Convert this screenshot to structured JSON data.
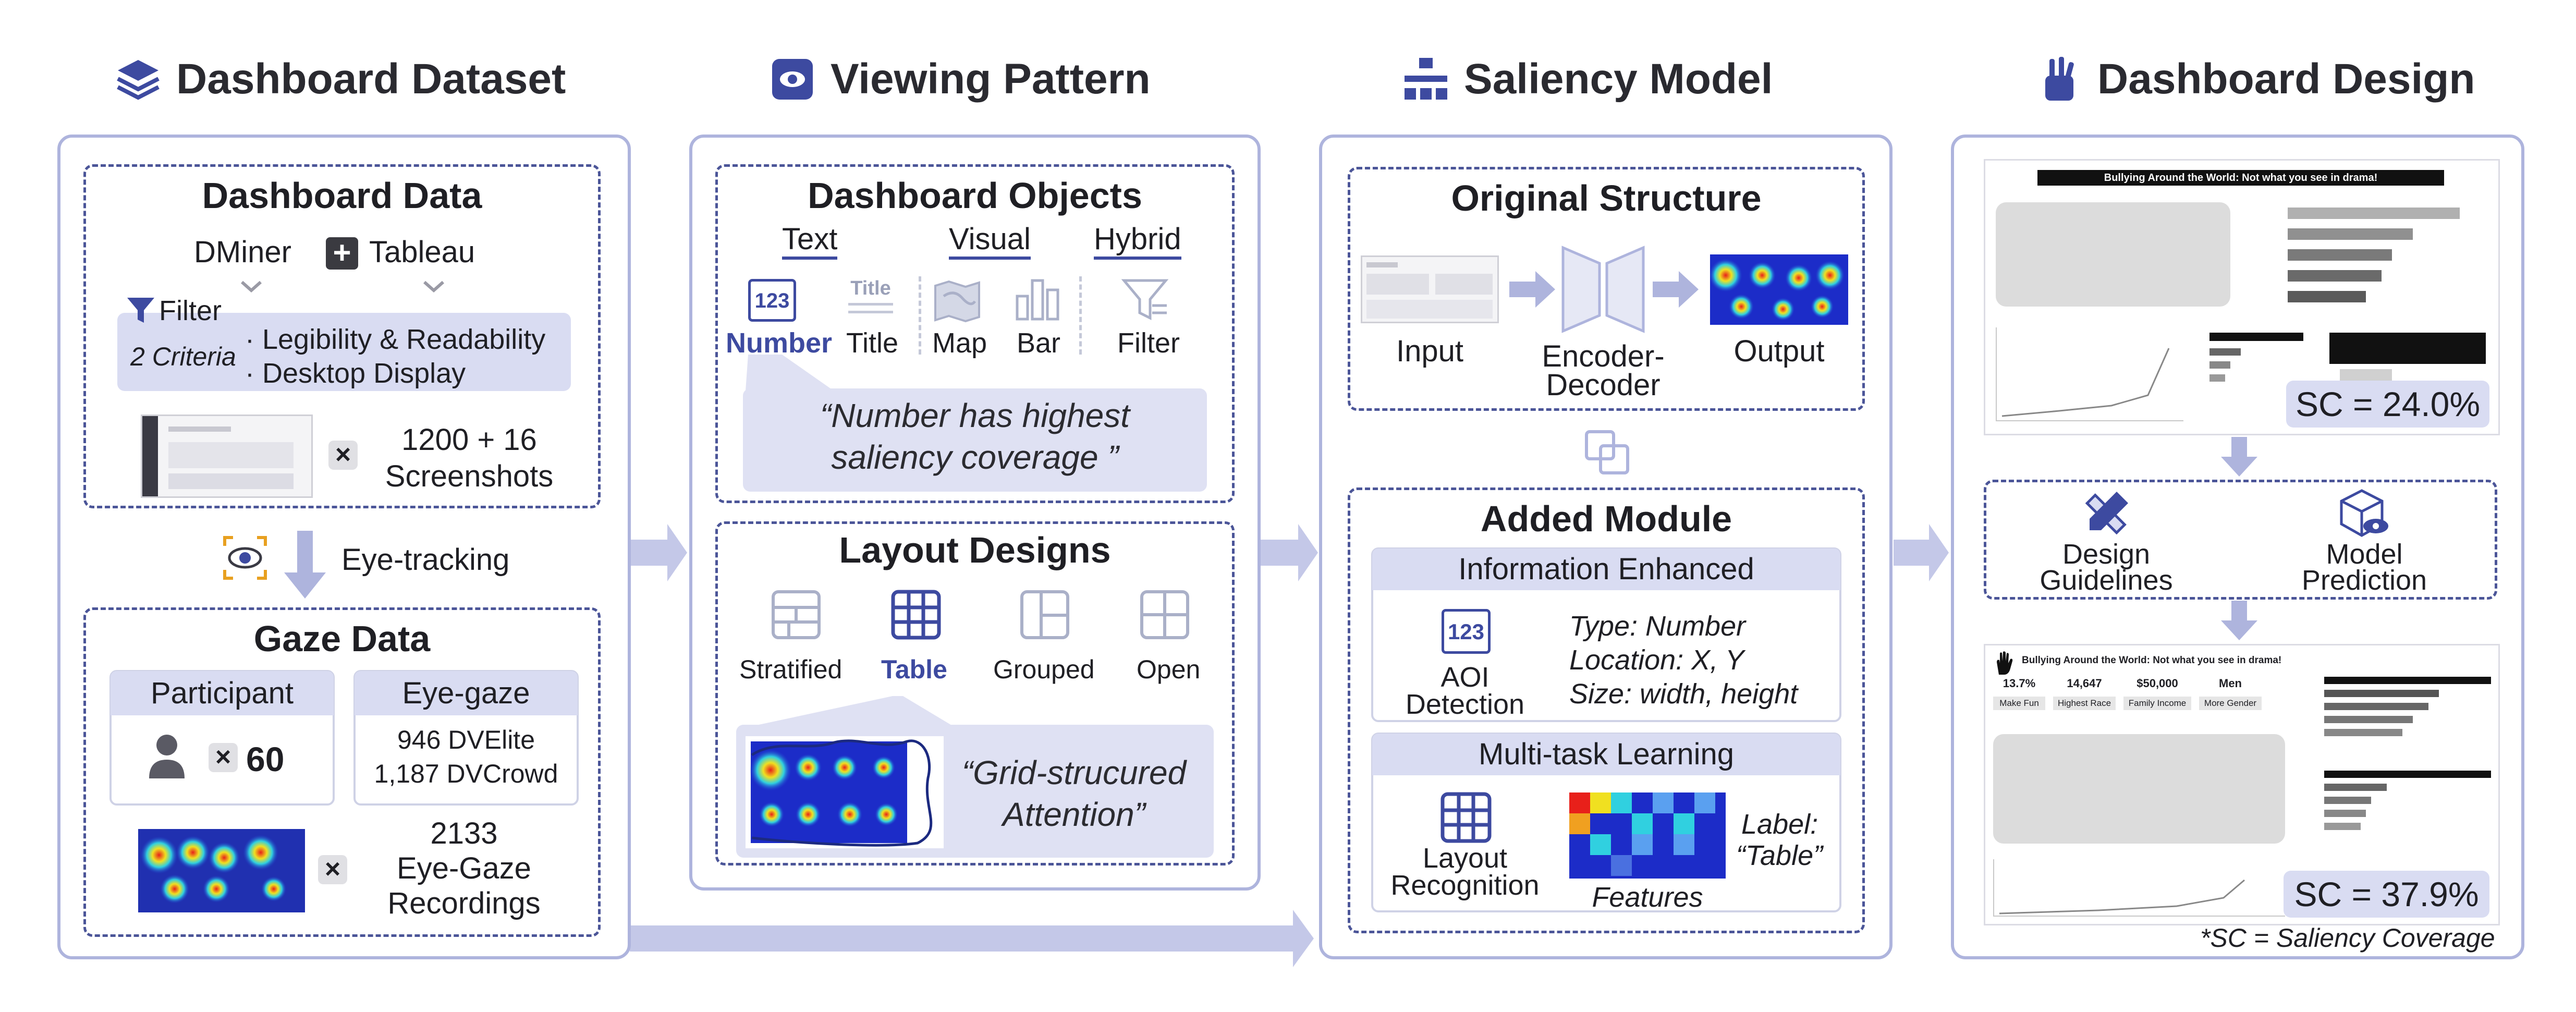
{
  "columns": {
    "dataset": "Dashboard Dataset",
    "viewing": "Viewing Pattern",
    "saliency": "Saliency Model",
    "design": "Dashboard Design"
  },
  "dataset": {
    "dashboard_data_title": "Dashboard Data",
    "dminer": "DMiner",
    "plus": "+",
    "tableau": "Tableau",
    "filter_label": "Filter",
    "criteria_label": "2 Criteria",
    "criterion1": "· Legibility & Readability",
    "criterion2": "· Desktop Display",
    "times": "×",
    "screenshots_count": "1200 + 16",
    "screenshots_label": "Screenshots",
    "eye_tracking": "Eye-tracking",
    "gaze_title": "Gaze Data",
    "participant_header": "Participant",
    "participant_count": "60",
    "eyegaze_header": "Eye-gaze",
    "dvelite": "946  DVElite",
    "dvcrowd": "1,187 DVCrowd",
    "recordings_count": "2133",
    "recordings_label1": "Eye-Gaze",
    "recordings_label2": "Recordings"
  },
  "viewing": {
    "objects_title": "Dashboard Objects",
    "cat_text": "Text",
    "cat_visual": "Visual",
    "cat_hybrid": "Hybrid",
    "obj_number": "Number",
    "obj_title": "Title",
    "obj_map": "Map",
    "obj_bar": "Bar",
    "obj_filter": "Filter",
    "icon_number_text": "123",
    "icon_title_text": "Title",
    "quote1_line1": "“Number has highest",
    "quote1_line2": "saliency coverage ”",
    "layout_title": "Layout Designs",
    "layout_stratified": "Stratified",
    "layout_table": "Table",
    "layout_grouped": "Grouped",
    "layout_open": "Open",
    "quote2_line1": "“Grid-strucured",
    "quote2_line2": "Attention”"
  },
  "saliency": {
    "original_title": "Original Structure",
    "input": "Input",
    "encoder": "Encoder-",
    "decoder": "Decoder",
    "output": "Output",
    "added_title": "Added Module",
    "info_enhanced": "Information Enhanced",
    "aoi_line1": "AOI",
    "aoi_line2": "Detection",
    "aoi_icon_text": "123",
    "type": "Type: Number",
    "location": "Location: X, Y",
    "size": "Size: width, height",
    "multitask": "Multi-task Learning",
    "layout_line1": "Layout",
    "layout_line2": "Recognition",
    "features": "Features",
    "label_line1": "Label:",
    "label_line2": "“Table”"
  },
  "design": {
    "top_title": "Bullying Around the World: Not what you see in drama!",
    "sc_top": "SC = 24.0%",
    "guidelines_line1": "Design",
    "guidelines_line2": "Guidelines",
    "prediction_line1": "Model",
    "prediction_line2": "Prediction",
    "bottom_title": "Bullying Around the World: Not what you see in drama!",
    "kpi_values": [
      "13.7%",
      "14,647",
      "$50,000",
      "Men"
    ],
    "kpi_labels": [
      "Make Fun",
      "Highest Race",
      "Family Income",
      "More Gender"
    ],
    "sc_bottom": "SC =  37.9%",
    "footnote": "*SC = Saliency Coverage"
  },
  "colors": {
    "accent": "#3d4aa0",
    "panel_border": "#aeb4dd",
    "pill": "#d9dcf2",
    "arrow": "#c4c8e8"
  }
}
